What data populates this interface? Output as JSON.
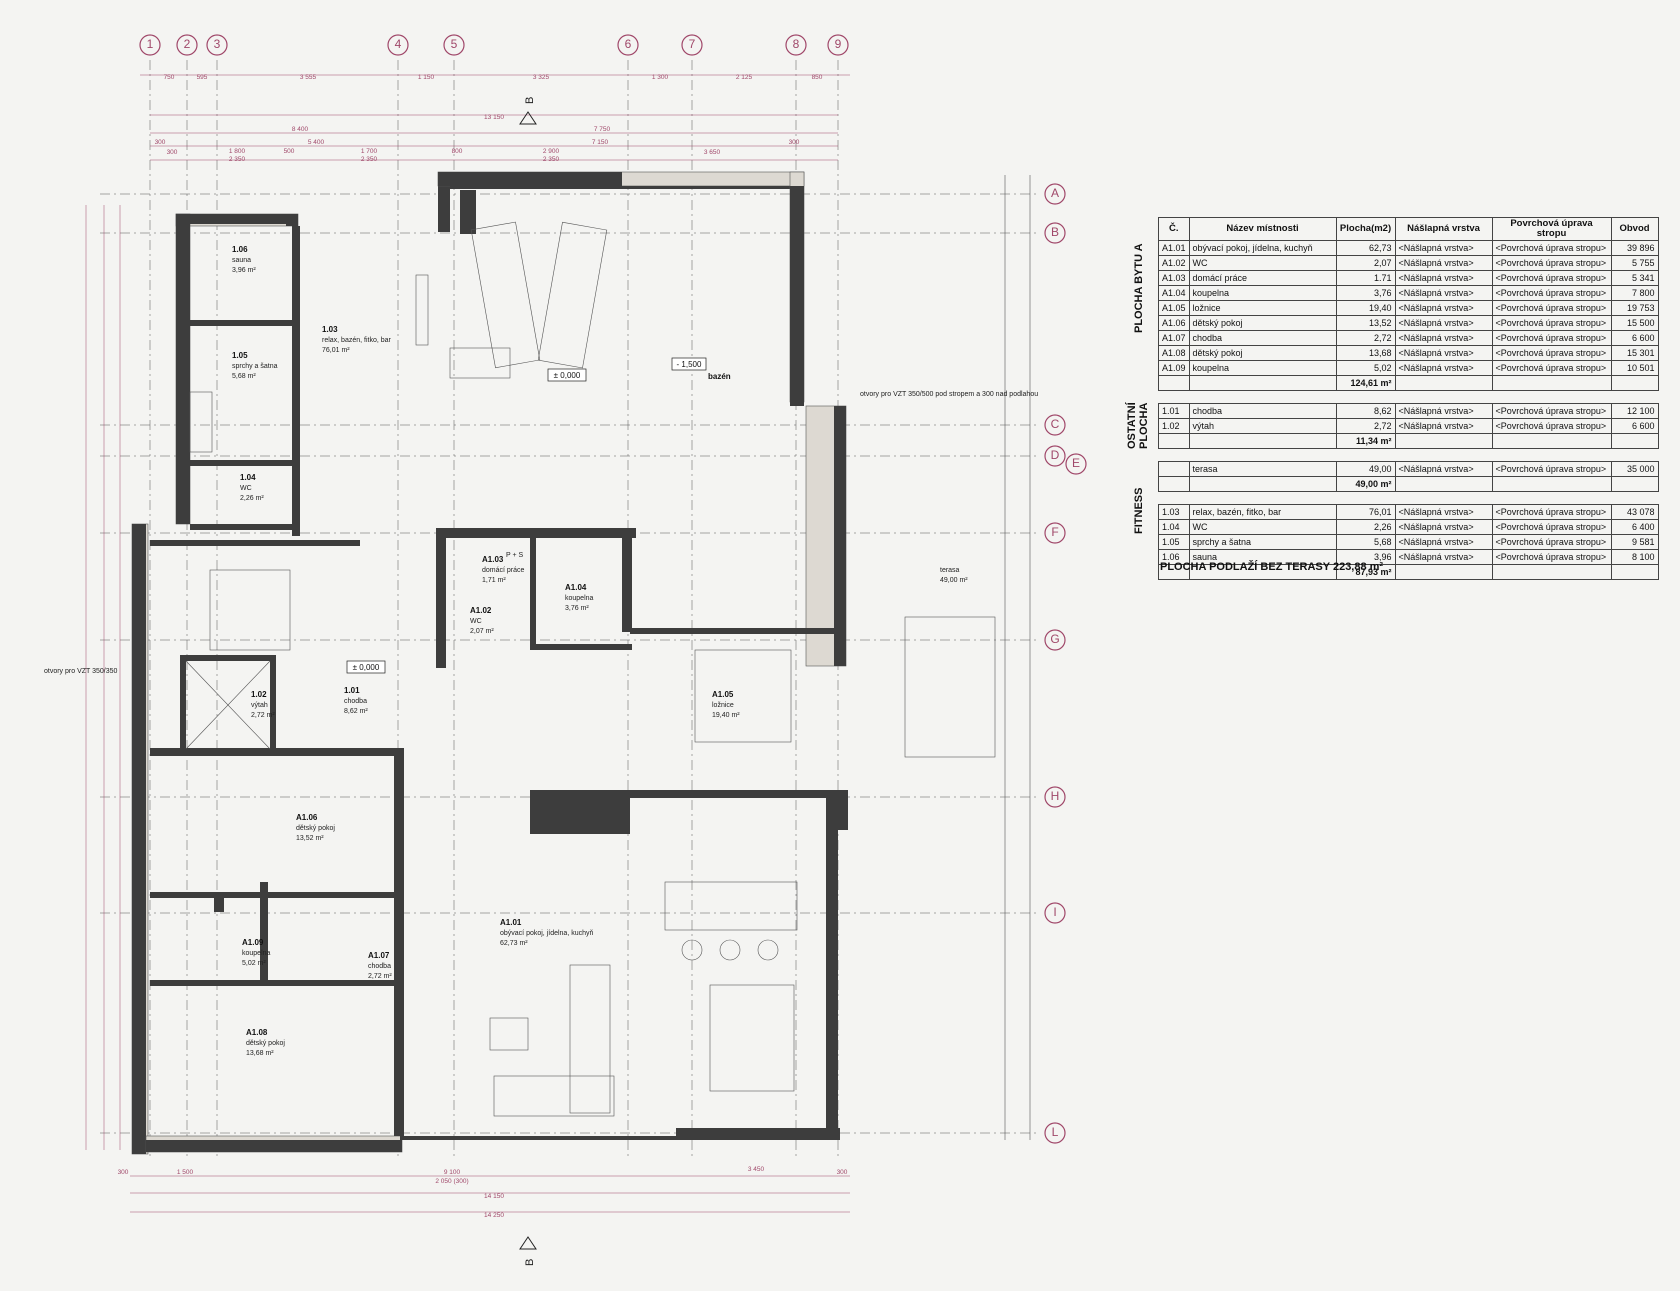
{
  "grid_columns": [
    "1",
    "2",
    "3",
    "4",
    "5",
    "6",
    "7",
    "8",
    "9"
  ],
  "grid_rows": [
    "A",
    "B",
    "C",
    "D",
    "E",
    "F",
    "G",
    "H",
    "I",
    "L"
  ],
  "section_marks": [
    "B",
    "B"
  ],
  "dims_top_1": [
    "750",
    "595",
    "3 555",
    "1 150",
    "3 325",
    "1 300",
    "2 125",
    "850"
  ],
  "dims_top_2": [
    "13 150"
  ],
  "dims_top_3": [
    "8 400",
    "7 750"
  ],
  "dims_top_4": [
    "300",
    "5 400",
    "7 150",
    "300"
  ],
  "dims_top_5": [
    "300",
    "1 800",
    "2 350",
    "500",
    "1 700",
    "2 350",
    "800",
    "2 900",
    "2 350",
    "3 650"
  ],
  "dims_bottom": [
    "300",
    "1 500",
    "9 100",
    "2 050 (300)",
    "3 450",
    "300",
    "14 150",
    "14 250"
  ],
  "levels": [
    "± 0,000",
    "- 1,500",
    "± 0,000"
  ],
  "rooms": [
    {
      "code": "1.06",
      "name": "sauna",
      "area": "3,96 m²"
    },
    {
      "code": "1.03",
      "name": "relax, bazén, fitko, bar",
      "area": "76,01 m²"
    },
    {
      "code": "1.05",
      "name": "sprchy a šatna",
      "area": "5,68 m²"
    },
    {
      "code": "1.04",
      "name": "WC",
      "area": "2,26 m²"
    },
    {
      "code": "",
      "name": "bazén",
      "area": ""
    },
    {
      "code": "A1.03",
      "name": "domácí práce",
      "area": "1,71 m²"
    },
    {
      "code": "A1.04",
      "name": "koupelna",
      "area": "3,76 m²"
    },
    {
      "code": "A1.02",
      "name": "WC",
      "area": "2,07 m²"
    },
    {
      "code": "1.02",
      "name": "výtah",
      "area": "2,72 m²"
    },
    {
      "code": "1.01",
      "name": "chodba",
      "area": "8,62 m²"
    },
    {
      "code": "A1.05",
      "name": "ložnice",
      "area": "19,40 m²"
    },
    {
      "code": "A1.06",
      "name": "dětský pokoj",
      "area": "13,52 m²"
    },
    {
      "code": "A1.09",
      "name": "koupelna",
      "area": "5,02 m²"
    },
    {
      "code": "A1.07",
      "name": "chodba",
      "area": "2,72 m²"
    },
    {
      "code": "A1.01",
      "name": "obývací pokoj, jídelna, kuchyň",
      "area": "62,73 m²"
    },
    {
      "code": "A1.08",
      "name": "dětský pokoj",
      "area": "13,68 m²"
    },
    {
      "code": "",
      "name": "terasa",
      "area": "49,00 m²"
    }
  ],
  "plan_notes": [
    "P + S",
    "otvory pro VZT 350/500 pod stropem a 300 nad podlahou",
    "otvory pro VZT 350/350"
  ],
  "table": {
    "headers": [
      "Č.",
      "Název místnosti",
      "Plocha(m2)",
      "Nášlapná vrstva",
      "Povrchová úprava stropu",
      "Obvod"
    ],
    "groups": [
      {
        "label": "PLOCHA BYTU A",
        "rows": [
          [
            "A1.01",
            "obývací pokoj, jídelna, kuchyň",
            "62,73",
            "<Nášlapná vrstva>",
            "<Povrchová úprava stropu>",
            "39 896"
          ],
          [
            "A1.02",
            "WC",
            "2,07",
            "<Nášlapná vrstva>",
            "<Povrchová úprava stropu>",
            "5 755"
          ],
          [
            "A1.03",
            "domácí práce",
            "1.71",
            "<Nášlapná vrstva>",
            "<Povrchová úprava stropu>",
            "5 341"
          ],
          [
            "A1.04",
            "koupelna",
            "3,76",
            "<Nášlapná vrstva>",
            "<Povrchová úprava stropu>",
            "7 800"
          ],
          [
            "A1.05",
            "ložnice",
            "19,40",
            "<Nášlapná vrstva>",
            "<Povrchová úprava stropu>",
            "19 753"
          ],
          [
            "A1.06",
            "dětský pokoj",
            "13,52",
            "<Nášlapná vrstva>",
            "<Povrchová úprava stropu>",
            "15 500"
          ],
          [
            "A1.07",
            "chodba",
            "2,72",
            "<Nášlapná vrstva>",
            "<Povrchová úprava stropu>",
            "6 600"
          ],
          [
            "A1.08",
            "dětský pokoj",
            "13,68",
            "<Nášlapná vrstva>",
            "<Povrchová úprava stropu>",
            "15 301"
          ],
          [
            "A1.09",
            "koupelna",
            "5,02",
            "<Nášlapná vrstva>",
            "<Povrchová úprava stropu>",
            "10 501"
          ]
        ],
        "subtotal": "124,61 m²"
      },
      {
        "label": "OSTATNÍ PLOCHA",
        "rows": [
          [
            "1.01",
            "chodba",
            "8,62",
            "<Nášlapná vrstva>",
            "<Povrchová úprava stropu>",
            "12 100"
          ],
          [
            "1.02",
            "výtah",
            "2,72",
            "<Nášlapná vrstva>",
            "<Povrchová úprava stropu>",
            "6 600"
          ]
        ],
        "subtotal": "11,34 m²",
        "extra_rows": [
          [
            "",
            "terasa",
            "49,00",
            "<Nášlapná vrstva>",
            "<Povrchová úprava stropu>",
            "35 000"
          ]
        ],
        "extra_subtotal": "49,00 m²"
      },
      {
        "label": "FITNESS",
        "rows": [
          [
            "1.03",
            "relax, bazén, fitko, bar",
            "76,01",
            "<Nášlapná vrstva>",
            "<Povrchová úprava stropu>",
            "43 078"
          ],
          [
            "1.04",
            "WC",
            "2,26",
            "<Nášlapná vrstva>",
            "<Povrchová úprava stropu>",
            "6 400"
          ],
          [
            "1.05",
            "sprchy a šatna",
            "5,68",
            "<Nášlapná vrstva>",
            "<Povrchová úprava stropu>",
            "9 581"
          ],
          [
            "1.06",
            "sauna",
            "3,96",
            "<Nášlapná vrstva>",
            "<Povrchová úprava stropu>",
            "8 100"
          ]
        ],
        "subtotal": "87,93 m²"
      }
    ],
    "total_label": "PLOCHA PODLAŽÍ BEZ TERASY 223,88 m²"
  },
  "colors": {
    "grid_magenta": "#a0486a",
    "wall": "#3d3d3d",
    "door_blue": "#2d57b0"
  }
}
